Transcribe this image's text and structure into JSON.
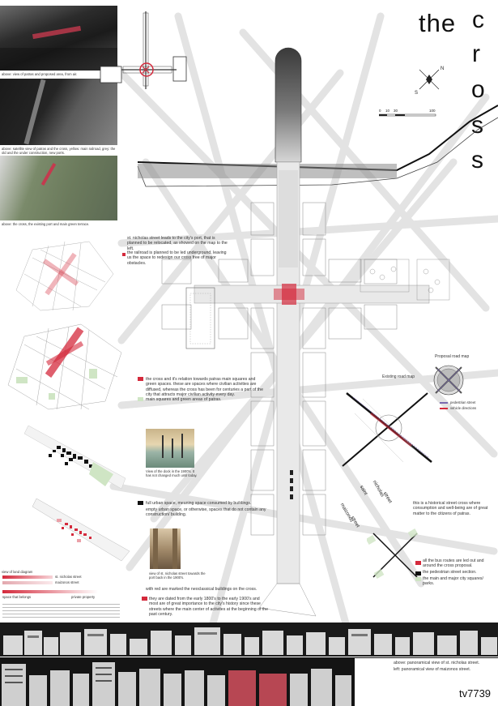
{
  "title": {
    "word1": "the",
    "letters": [
      "c",
      "r",
      "o",
      "s",
      "s"
    ]
  },
  "photos": {
    "caption1": "above: view of patras and proposed area, from air.",
    "caption2": "above: satellite view of patras and the cross, yellow: main railroad, grey: the old and the under construction, new ports.",
    "caption3": "above: the cross, the existing port and main green terrace."
  },
  "notes": {
    "nicholas": "st. nicholas street leads to the city's port, that is planned to be relocated, as showed on the map to the left.",
    "railroad": "the railroad is planned to be led underground, leaving us the space to redesign our cross free of major obstacles.",
    "relation": "the cross and it's relation towards patras main squares and green spaces. these are spaces where civilian activities are diffused, whereas the cross has been for centuries a part of the city that attracts major civilian activity every day.",
    "squares": "main squares and green areas of patras.",
    "full": "full urban space, meaning space consumed by buildings.",
    "empty": "empty urban space, or otherwise, spaces that do not contain any construction/ building.",
    "neoclassical": "with red are marked the neoclassical buildings on the cross.",
    "dated": "they are dated from the early 1800's to the early 1900's and most are of great importance to the city's history since these streets where the main center of activites at the beginning of the past century.",
    "historical": "this is a historical street cross where consumption and well-being are of great matter to the citizens of patras.",
    "bus": "all the bus routes are led out and around the cross proposal.",
    "pedestrian_section": "the pedestrian street section.",
    "parks": "the main and major city squares/ parks.",
    "panoramic": "above: panoramical view of st. nicholas street.",
    "panoramic2": "left: panoramical view of maizonos street."
  },
  "diagram": {
    "proposal_label": "Proposal road map",
    "existing_label": "Existing road map",
    "legend_pedestrian": "pedestrian street",
    "legend_vehicle": "vehicle directions",
    "street1": "saint",
    "street2": "nicholas",
    "street3": "street",
    "street4": "maizonos",
    "street5": "street",
    "scale_labels": [
      "0",
      "10",
      "30",
      "100"
    ],
    "north_n": "N",
    "north_s": "S"
  },
  "photo_captions": {
    "port": "View of the dock in the 1900's. It has not changed much until today.",
    "street": "view of st. nicholas street towards the port back in the 1900's."
  },
  "diagram_labels": {
    "view_title": "view of land diagram",
    "legend_a": "st. nicholas street",
    "legend_b": "maizonos street",
    "label_left": "space that belongs",
    "label_right": "private property"
  },
  "footer": {
    "code": "tv7739"
  },
  "colors": {
    "accent": "#d42a3c",
    "dark": "#111111",
    "green": "#cfe5c4",
    "grey_band": "#8a8a8a"
  }
}
